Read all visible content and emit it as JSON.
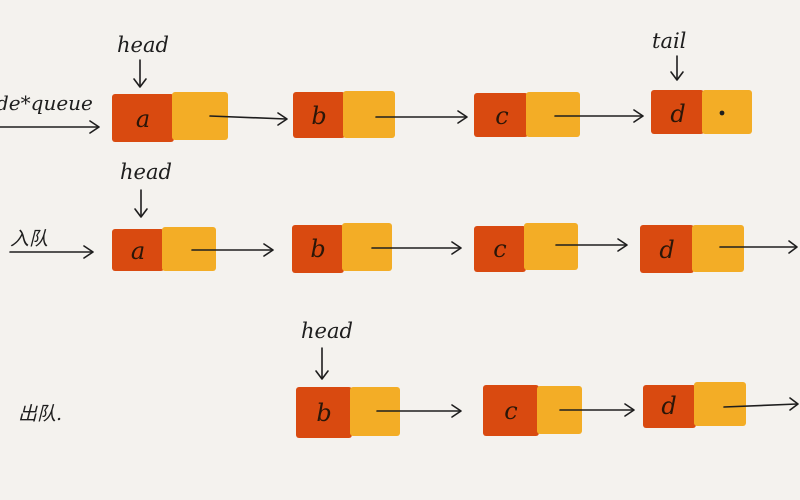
{
  "colors": {
    "background": "#f4f2ee",
    "data_cell": "#d94a10",
    "next_cell": "#f3ad26",
    "ink": "#1e1e1e"
  },
  "rows": [
    {
      "label": "de*queue",
      "nodes": [
        "a",
        "b",
        "c",
        "d"
      ],
      "pointers": [
        {
          "text": "head",
          "node": 0
        },
        {
          "text": "tail",
          "node": 3
        }
      ],
      "tail_null_dot": true,
      "trailing_arrow": false
    },
    {
      "label": "入队",
      "nodes": [
        "a",
        "b",
        "c",
        "d"
      ],
      "pointers": [
        {
          "text": "head",
          "node": 0
        }
      ],
      "tail_null_dot": false,
      "trailing_arrow": true
    },
    {
      "label": "出队.",
      "nodes": [
        "b",
        "c",
        "d"
      ],
      "pointers": [
        {
          "text": "head",
          "node": 0
        }
      ],
      "tail_null_dot": false,
      "trailing_arrow": true
    }
  ]
}
